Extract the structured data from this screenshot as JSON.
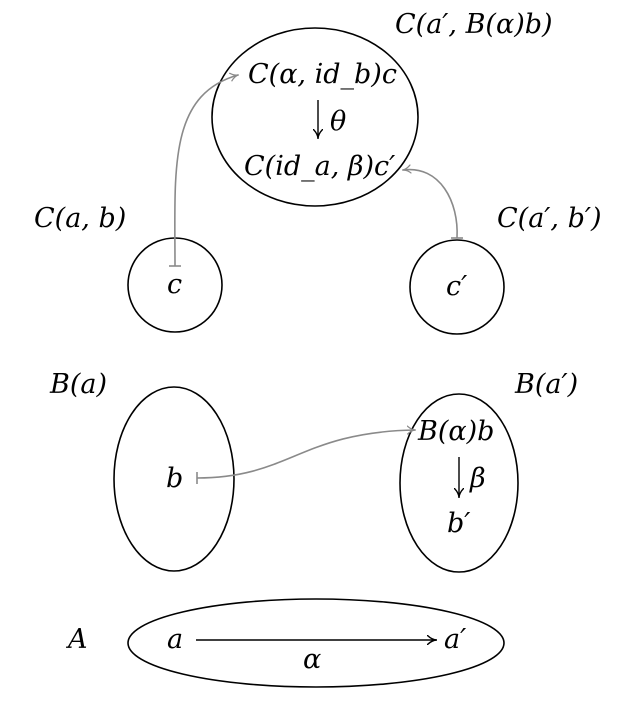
{
  "diagram": {
    "top": {
      "label_left_top": "C(a′, B(α)b)",
      "item_upper": "C(α, id_b)c",
      "theta": "θ",
      "item_lower": "C(id_a, β)c′"
    },
    "middle_row": {
      "left_label": "C(a, b)",
      "left_item": "c",
      "right_label": "C(a′, b′)",
      "right_item": "c′"
    },
    "b_row": {
      "left_label": "B(a)",
      "left_item": "b",
      "right_label": "B(a′)",
      "right_item_upper": "B(α)b",
      "beta": "β",
      "right_item_lower": "b′"
    },
    "a_row": {
      "label": "A",
      "left_item": "a",
      "right_item": "a′",
      "alpha": "α"
    }
  }
}
